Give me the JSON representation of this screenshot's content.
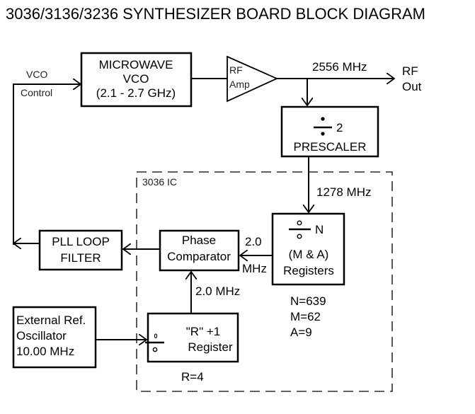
{
  "title": "3036/3136/3236 SYNTHESIZER BOARD BLOCK DIAGRAM",
  "blocks": {
    "vco": {
      "lines": [
        "MICROWAVE",
        "VCO",
        "(2.1 - 2.7 GHz)"
      ]
    },
    "rf_amp": {
      "lines": [
        "RF",
        "Amp"
      ]
    },
    "prescaler": {
      "divisor": "2",
      "label": "PRESCALER"
    },
    "n_divider": {
      "divisor": "N",
      "lines": [
        "(M & A)",
        "Registers"
      ]
    },
    "phase_comparator": {
      "lines": [
        "Phase",
        "Comparator"
      ]
    },
    "pll_loop_filter": {
      "lines": [
        "PLL LOOP",
        "FILTER"
      ]
    },
    "r_register": {
      "divisor": "0",
      "lines": [
        "\"R\" +1",
        "Register"
      ]
    },
    "external_ref": {
      "lines": [
        "External Ref.",
        "Oscillator",
        "10.00 MHz"
      ]
    }
  },
  "ic_boundary": {
    "label": "3036 IC"
  },
  "signals": {
    "vco_control": [
      "VCO",
      "Control"
    ],
    "rf_out_freq": "2556 MHz",
    "rf_out": [
      "RF",
      "Out"
    ],
    "prescaled_freq": "1278 MHz",
    "n_output_freq": [
      "2.0",
      "MHz"
    ],
    "r_output_freq": "2.0 MHz"
  },
  "parameters": {
    "n_values": [
      "N=639",
      "M=62",
      "A=9"
    ],
    "r_value": "R=4"
  }
}
